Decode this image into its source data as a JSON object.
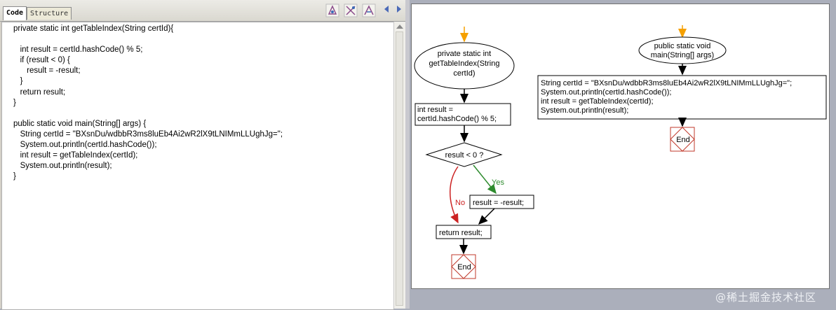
{
  "tabs": {
    "code": "Code",
    "structure": "Structure"
  },
  "toolbar": {
    "icons": [
      "flowchart-tool-icon",
      "flowchart-tool-icon",
      "flowchart-tool-icon"
    ]
  },
  "code_lines": [
    "private static int getTableIndex(String certId){",
    "",
    "   int result = certId.hashCode() % 5;",
    "   if (result < 0) {",
    "      result = -result;",
    "   }",
    "   return result;",
    "}",
    "",
    "public static void main(String[] args) {",
    "   String certId = \"BXsnDu/wdbbR3ms8luEb4Ai2wR2lX9tLNIMmLLUghJg=\";",
    "   System.out.println(certId.hashCode());",
    "   int result = getTableIndex(certId);",
    "   System.out.println(result);",
    "}"
  ],
  "flowchart": {
    "method1": {
      "start": [
        "private static int",
        "getTableIndex(String",
        "certId)"
      ],
      "step1": [
        "int result =",
        "certId.hashCode() % 5;"
      ],
      "decision": "result < 0 ?",
      "yes_label": "Yes",
      "no_label": "No",
      "yes_step": "result = -result;",
      "return_step": "return result;",
      "end": "End"
    },
    "method2": {
      "start": [
        "public static void",
        "main(String[] args)"
      ],
      "body": [
        "String certId = \"BXsnDu/wdbbR3ms8luEb4Ai2wR2lX9tLNIMmLLUghJg=\";",
        "System.out.println(certId.hashCode());",
        "int result = getTableIndex(certId);",
        "System.out.println(result);"
      ],
      "end": "End"
    }
  },
  "watermark": "@稀土掘金技术社区",
  "colors": {
    "start_arrow": "#f5a000",
    "flow_arrow": "#000000",
    "yes": "#2e8b2e",
    "no": "#cc2222",
    "end_box": "#c0392b"
  }
}
